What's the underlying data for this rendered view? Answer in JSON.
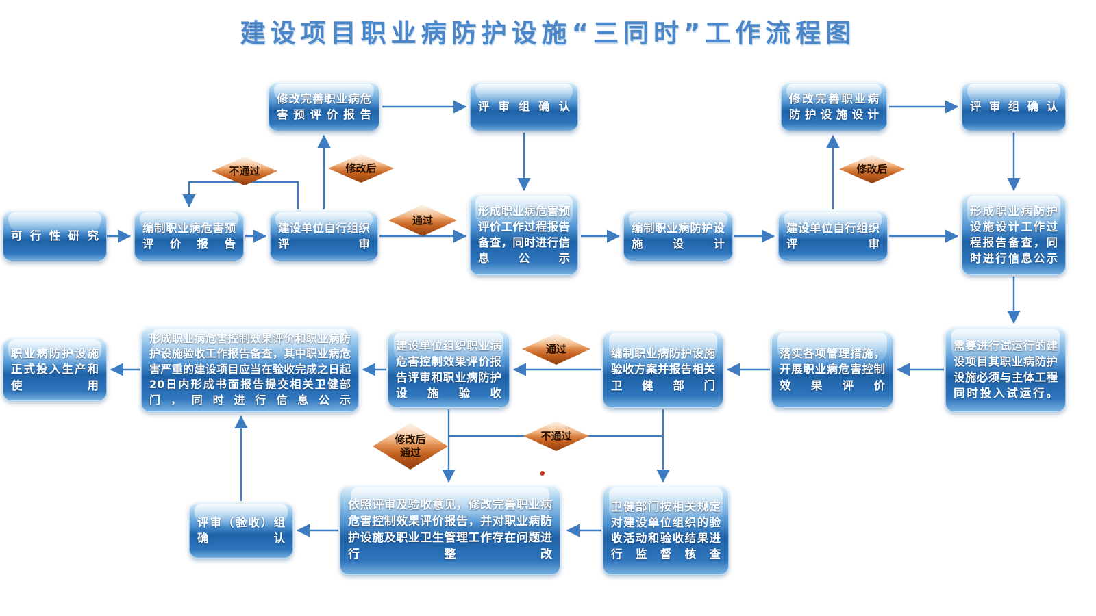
{
  "title": "建设项目职业病防护设施“三同时”工作流程图",
  "colors": {
    "box_blue": "#2a72b8",
    "arrow_blue": "#3e7cc1",
    "title_blue": "#4a86c8",
    "diamond_orange": "#c96f35"
  },
  "nodes": [
    {
      "id": "feasibility-study",
      "label": "可行性研究"
    },
    {
      "id": "prepare-pre-eval-report",
      "label": "编制职业病危害预评价报告"
    },
    {
      "id": "self-organized-review-1",
      "label": "建设单位自行组织评审"
    },
    {
      "id": "pre-eval-report-filing",
      "label": "形成职业病危害预评价工作过程报告备查，同时进行信息公示"
    },
    {
      "id": "design-protection-facilities",
      "label": "编制职业病防护设施设计"
    },
    {
      "id": "self-organized-review-2",
      "label": "建设单位自行组织评审"
    },
    {
      "id": "design-report-filing",
      "label": "形成职业病防护设施设计工作过程报告备查，同时进行信息公示"
    },
    {
      "id": "revise-pre-eval-report",
      "label": "修改完善职业病危害预评价报告"
    },
    {
      "id": "review-group-confirm-1",
      "label": "评审组确认"
    },
    {
      "id": "revise-facility-design",
      "label": "修改完善职业病防护设施设计"
    },
    {
      "id": "review-group-confirm-2",
      "label": "评审组确认"
    },
    {
      "id": "formal-operation",
      "label": "职业病防护设施正式投入生产和使用"
    },
    {
      "id": "effect-eval-report-filing",
      "label": "形成职业病危害控制效果评价和职业病防护设施验收工作报告备查，其中职业病危害严重的建设项目应当在验收完成之日起20日内形成书面报告提交相关卫健部门，同时进行信息公示"
    },
    {
      "id": "org-eval-review-acceptance",
      "label": "建设单位组织职业病危害控制效果评价报告评审和职业病防护设施验收"
    },
    {
      "id": "acceptance-plan",
      "label": "编制职业病防护设施验收方案并报告相关卫健部门"
    },
    {
      "id": "implement-management",
      "label": "落实各项管理措施，开展职业病危害控制效果评价"
    },
    {
      "id": "trial-operation",
      "label": "需要进行试运行的建设项目其职业病防护设施必须与主体工程同时投入试运行。"
    },
    {
      "id": "review-acceptance-group-confirm",
      "label": "评审（验收）组确认"
    },
    {
      "id": "rectify-issues",
      "label": "依照评审及验收意见，修改完善职业病危害控制效果评价报告，并对职业病防护设施及职业卫生管理工作存在问题进行整改"
    },
    {
      "id": "health-dept-supervision",
      "label": "卫健部门按相关规定对建设单位组织的验收活动和验收结果进行监督核查"
    }
  ],
  "decisions": [
    {
      "id": "not-passed-1",
      "label": "不通过"
    },
    {
      "id": "after-revision-1",
      "label": "修改后"
    },
    {
      "id": "passed-1",
      "label": "通过"
    },
    {
      "id": "after-revision-2",
      "label": "修改后"
    },
    {
      "id": "passed-2",
      "label": "通过"
    },
    {
      "id": "not-passed-2",
      "label": "不通过"
    },
    {
      "id": "after-revision-passed",
      "label": "修改后\n通过"
    }
  ]
}
